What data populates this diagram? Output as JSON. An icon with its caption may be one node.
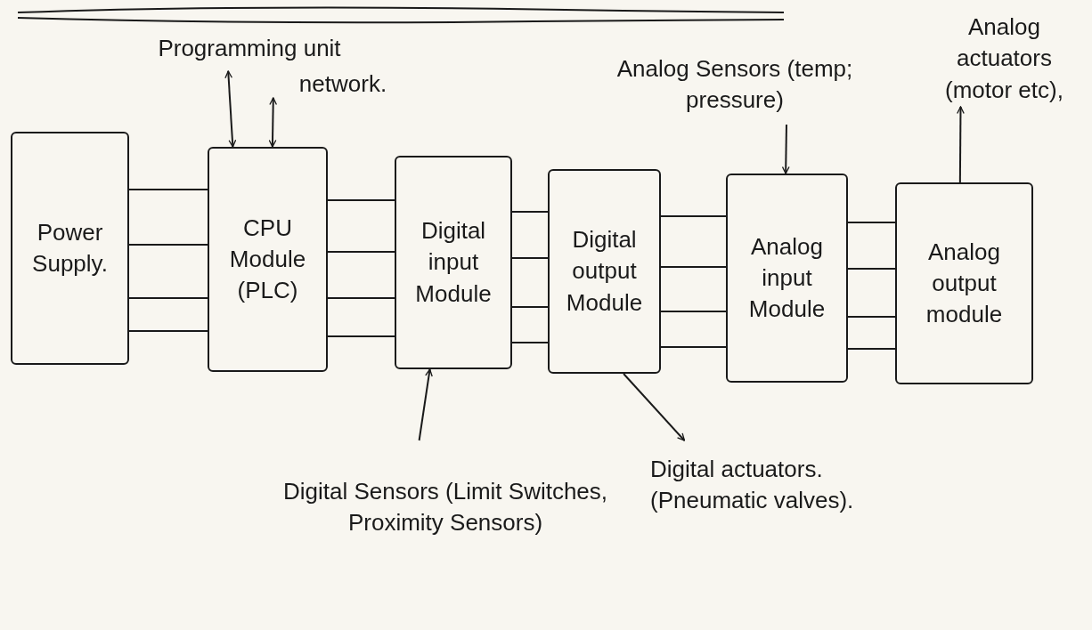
{
  "diagram": {
    "nodes": [
      {
        "text": [
          "Programming unit"
        ]
      },
      {
        "text": [
          "network."
        ]
      },
      {
        "text": [
          "Analog Sensors (temp; pressure)"
        ]
      },
      {
        "text": [
          "Analog actuators (motor etc),"
        ]
      },
      {
        "text": [
          "Power Supply."
        ]
      },
      {
        "text": [
          "CPU Module (PLC)"
        ]
      },
      {
        "text": [
          "Digital input Module"
        ]
      },
      {
        "text": [
          "Digital output Module"
        ]
      },
      {
        "text": [
          "Analog input Module"
        ]
      },
      {
        "text": [
          "Analog output module"
        ]
      },
      {
        "text": [
          "Digital Sensors (Limit Switches, Proximity Sensors)"
        ]
      },
      {
        "text": [
          "Digital actuators. (Pneumatic valves)."
        ]
      }
    ],
    "edges": [
      {
        "from": 0,
        "to": 5,
        "arrow": "both"
      },
      {
        "from": 1,
        "to": 5,
        "arrow": "both"
      },
      {
        "from": 2,
        "to": 8,
        "arrow": "to"
      },
      {
        "from": 9,
        "to": 3,
        "arrow": "to"
      },
      {
        "from": 4,
        "to": 5,
        "arrow": "none"
      },
      {
        "from": 4,
        "to": 5,
        "arrow": "none"
      },
      {
        "from": 4,
        "to": 5,
        "arrow": "none"
      },
      {
        "from": 4,
        "to": 5,
        "arrow": "none"
      },
      {
        "from": 5,
        "to": 6,
        "arrow": "none"
      },
      {
        "from": 5,
        "to": 6,
        "arrow": "none"
      },
      {
        "from": 5,
        "to": 6,
        "arrow": "none"
      },
      {
        "from": 5,
        "to": 6,
        "arrow": "none"
      },
      {
        "from": 6,
        "to": 7,
        "arrow": "none"
      },
      {
        "from": 6,
        "to": 7,
        "arrow": "none"
      },
      {
        "from": 6,
        "to": 7,
        "arrow": "none"
      },
      {
        "from": 6,
        "to": 7,
        "arrow": "none"
      },
      {
        "from": 7,
        "to": 8,
        "arrow": "none"
      },
      {
        "from": 7,
        "to": 8,
        "arrow": "none"
      },
      {
        "from": 7,
        "to": 8,
        "arrow": "none"
      },
      {
        "from": 7,
        "to": 8,
        "arrow": "none"
      },
      {
        "from": 8,
        "to": 9,
        "arrow": "none"
      },
      {
        "from": 8,
        "to": 9,
        "arrow": "none"
      },
      {
        "from": 8,
        "to": 9,
        "arrow": "none"
      },
      {
        "from": 8,
        "to": 9,
        "arrow": "none"
      },
      {
        "from": 10,
        "to": 6,
        "arrow": "to"
      },
      {
        "from": 7,
        "to": 11,
        "arrow": "to"
      }
    ]
  }
}
